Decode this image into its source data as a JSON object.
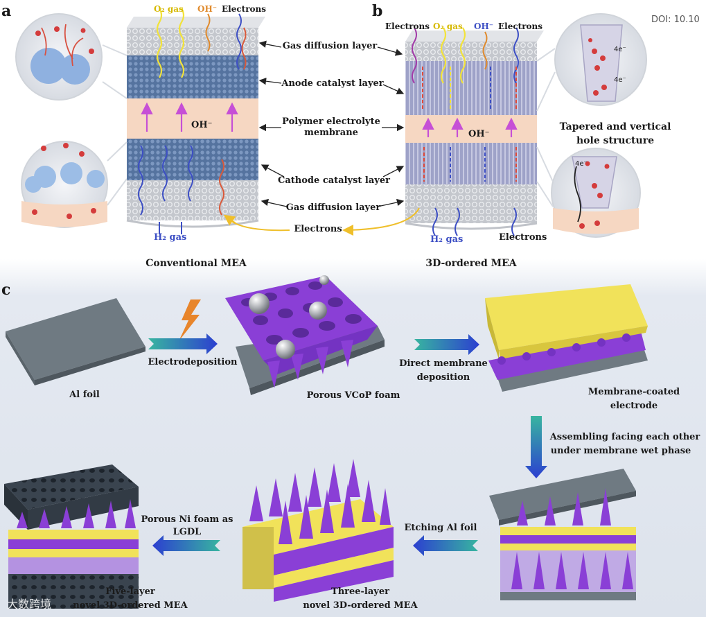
{
  "doi": "DOI: 10.10",
  "panels": {
    "a": "a",
    "b": "b",
    "c": "c"
  },
  "panel_a": {
    "top_labels": {
      "o2": "O₂ gas",
      "oh": "OH⁻",
      "electrons": "Electrons"
    },
    "oh_center": "OH⁻",
    "h2": "H₂ gas",
    "caption": "Conventional MEA"
  },
  "layers": {
    "gdl_top": "Gas diffusion layer",
    "anode": "Anode catalyst layer",
    "membrane_line1": "Polymer electrolyte",
    "membrane_line2": "membrane",
    "cathode": "Cathode catalyst layer",
    "gdl_bottom": "Gas diffusion layer",
    "electrons": "Electrons"
  },
  "panel_b": {
    "top_labels": {
      "electrons_left": "Electrons",
      "o2": "O₂ gas",
      "oh": "OH⁻",
      "electrons_right": "Electrons"
    },
    "oh_center": "OH⁻",
    "h2": "H₂ gas",
    "electrons_bottom": "Electrons",
    "caption": "3D-ordered MEA",
    "inset_e1": "4e⁻",
    "inset_e2": "4e⁻",
    "inset_e3": "4e⁻",
    "tapered_line1": "Tapered and vertical",
    "tapered_line2": "hole structure"
  },
  "panel_c": {
    "al_foil": "Al foil",
    "electrodeposition": "Electrodeposition",
    "vcop": "Porous VCoP foam",
    "direct_line1": "Direct membrane",
    "direct_line2": "deposition",
    "coated_line1": "Membrane-coated",
    "coated_line2": "electrode",
    "assemble_line1": "Assembling facing each other",
    "assemble_line2": "under membrane wet phase",
    "etching": "Etching Al foil",
    "porous_ni_line1": "Porous Ni foam as",
    "porous_ni_line2": "LGDL",
    "three_line1": "Three-layer",
    "three_line2": "novel 3D-ordered MEA",
    "five_line1": "Five-layer",
    "five_line2": "novel 3D-ordered MEA"
  },
  "watermark": "大数跨境",
  "colors": {
    "gdl": "#b9bcc3",
    "catalyst_a": "#5a78a8",
    "catalyst_b": "#9da0c9",
    "membrane": "#f6d7c2",
    "magenta": "#c64fd6",
    "electron_blue": "#3d4fc4",
    "o2_yellow": "#f2e33a",
    "electron_orange": "#e08a2c",
    "al": "#6a757d",
    "purple": "#8a3fd6",
    "yellow_membrane": "#f1e25a",
    "ni": "#39434e",
    "background": "#e7ebf2"
  }
}
